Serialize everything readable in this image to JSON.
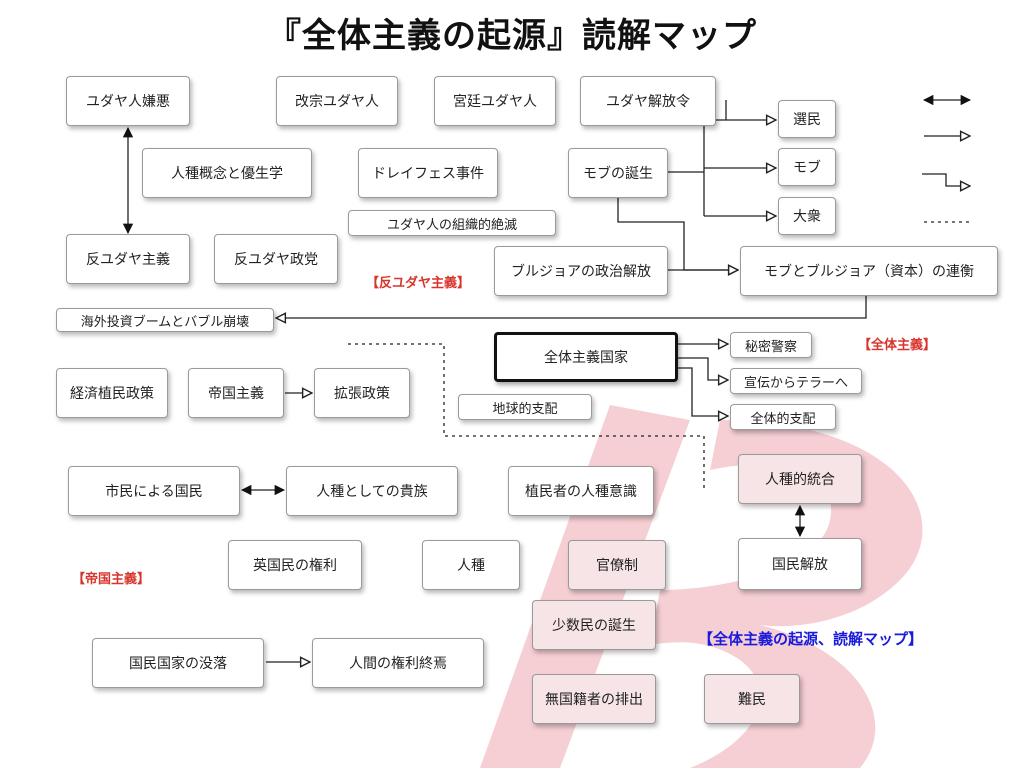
{
  "title": "『全体主義の起源』読解マップ",
  "nodes": {
    "jew_hatred": "ユダヤ人嫌悪",
    "converted_jews": "改宗ユダヤ人",
    "court_jews": "宮廷ユダヤ人",
    "jew_emancipation": "ユダヤ解放令",
    "race_eugenics": "人種概念と優生学",
    "dreyfus": "ドレイフェス事件",
    "mob_birth": "モブの誕生",
    "chosen": "選民",
    "mob": "モブ",
    "masses": "大衆",
    "organized_extermination": "ユダヤ人の組織的絶滅",
    "antisemitism": "反ユダヤ主義",
    "antisemitic_party": "反ユダヤ政党",
    "bourgeois_emancipation": "ブルジョアの政治解放",
    "mob_bourgeois_alliance": "モブとブルジョア（資本）の連衡",
    "overseas_boom": "海外投資ブームとバブル崩壊",
    "totalitarian_state": "全体主義国家",
    "secret_police": "秘密警察",
    "propaganda_terror": "宣伝からテラーへ",
    "total_domination": "全体的支配",
    "economic_colonial": "経済植民政策",
    "imperialism": "帝国主義",
    "expansion": "拡張政策",
    "global_domination": "地球的支配",
    "citizen_nation": "市民による国民",
    "race_aristocracy": "人種としての貴族",
    "colonist_race": "植民者の人種意識",
    "racial_integration": "人種的統合",
    "british_rights": "英国民の権利",
    "race": "人種",
    "bureaucracy": "官僚制",
    "national_liberation": "国民解放",
    "minority_birth": "少数民の誕生",
    "nation_state_decline": "国民国家の没落",
    "end_of_human_rights": "人間の権利終焉",
    "stateless_exclusion": "無国籍者の排出",
    "refugees": "難民"
  },
  "tags": {
    "antisemitism": "【反ユダヤ主義】",
    "totalitarianism": "【全体主義】",
    "imperialism": "【帝国主義】",
    "map_caption": "【全体主義の起源、読解マップ】"
  },
  "colors": {
    "watermark": "#f4c7cc",
    "tag_red": "#d8342c",
    "tag_blue": "#1a1adc",
    "pink_node": "#f7e4e6"
  }
}
